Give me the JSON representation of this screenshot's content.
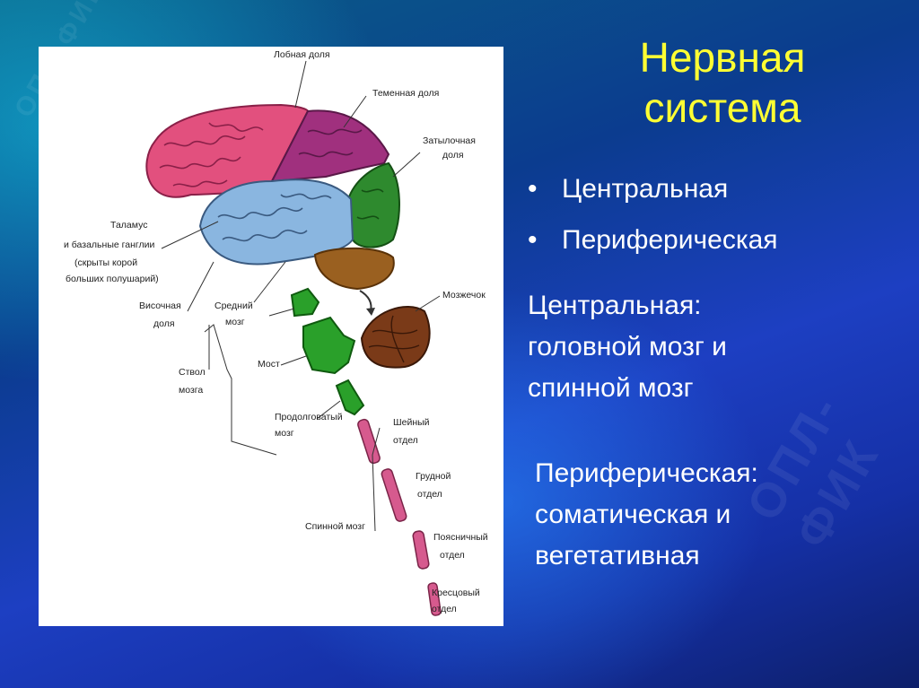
{
  "slide": {
    "title_line1": "Нервная",
    "title_line2": "система",
    "bullets": [
      {
        "symbol": "•",
        "text": "Центральная"
      },
      {
        "symbol": "•",
        "text": "Периферическая"
      }
    ],
    "central": {
      "line1": "Центральная:",
      "line2": "головной мозг и",
      "line3": "спинной мозг"
    },
    "peripheral": {
      "line1": "Периферическая:",
      "line2": "соматическая и",
      "line3": "вегетативная"
    }
  },
  "diagram": {
    "labels": {
      "frontal": "Лобная доля",
      "parietal": "Теменная доля",
      "occipital_1": "Затылочная",
      "occipital_2": "доля",
      "thalamus_1": "Таламус",
      "thalamus_2": "и базальные ганглии",
      "thalamus_3": "(скрыты корой",
      "thalamus_4": "больших полушарий)",
      "temporal_1": "Височная",
      "temporal_2": "доля",
      "midbrain_1": "Средний",
      "midbrain_2": "мозг",
      "cerebellum": "Мозжечок",
      "pons": "Мост",
      "stem_1": "Ствол",
      "stem_2": "мозга",
      "medulla_1": "Продолговатый",
      "medulla_2": "мозг",
      "cervical_1": "Шейный",
      "cervical_2": "отдел",
      "thoracic_1": "Грудной",
      "thoracic_2": "отдел",
      "spinal": "Спинной мозг",
      "lumbar_1": "Поясничный",
      "lumbar_2": "отдел",
      "sacral_1": "Кресцовый",
      "sacral_2": "отдел"
    },
    "colors": {
      "frontal": "#e2507e",
      "parietal": "#a0307e",
      "occipital": "#2e8a2e",
      "temporal": "#8ab6e0",
      "cerebellum": "#7a3a18",
      "midbrain": "#2aa02a",
      "sub_brown": "#9a6020",
      "spinal": "#d65a8e"
    }
  }
}
